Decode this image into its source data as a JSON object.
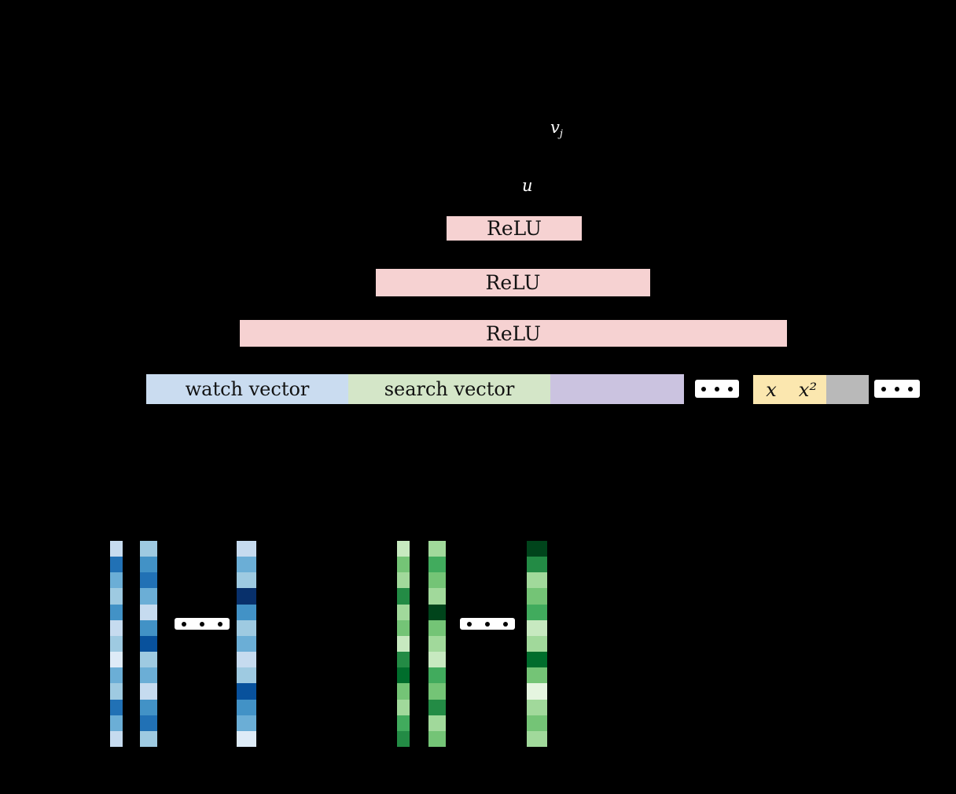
{
  "labels": {
    "v_base": "v",
    "v_sub": "j",
    "u": "u"
  },
  "relu_layers": [
    {
      "label": "ReLU",
      "color": "#f6d2d2"
    },
    {
      "label": "ReLU",
      "color": "#f6d2d2"
    },
    {
      "label": "ReLU",
      "color": "#f6d2d2"
    }
  ],
  "input_row": {
    "watch_vector": {
      "label": "watch vector",
      "color": "#cadcf0"
    },
    "search_vector": {
      "label": "search vector",
      "color": "#d4e6c8"
    },
    "dense_vector": {
      "label": "",
      "color": "#cbc3e0"
    },
    "x_feature": {
      "label": "x",
      "color": "#fbe7af"
    },
    "x2_feature": {
      "label": "x²",
      "color": "#fbe7af"
    },
    "gray_feature": {
      "label": "",
      "color": "#b9b9b9"
    }
  },
  "embeddings": {
    "watch": {
      "theme": "blue",
      "strips": [
        {
          "cells": [
            "#c6dbef",
            "#2171b5",
            "#6baed6",
            "#9ecae1",
            "#4292c6",
            "#c6dbef",
            "#9ecae1",
            "#deebf7",
            "#6baed6",
            "#9ecae1",
            "#2171b5",
            "#6baed6",
            "#c6dbef"
          ]
        },
        {
          "cells": [
            "#9ecae1",
            "#4292c6",
            "#2171b5",
            "#6baed6",
            "#c6dbef",
            "#4292c6",
            "#08519c",
            "#9ecae1",
            "#6baed6",
            "#c6dbef",
            "#4292c6",
            "#2171b5",
            "#9ecae1"
          ]
        },
        {
          "cells": [
            "#c6dbef",
            "#6baed6",
            "#9ecae1",
            "#08306b",
            "#4292c6",
            "#9ecae1",
            "#6baed6",
            "#c6dbef",
            "#9ecae1",
            "#08519c",
            "#4292c6",
            "#6baed6",
            "#deebf7"
          ]
        }
      ]
    },
    "search": {
      "theme": "green",
      "strips": [
        {
          "cells": [
            "#c7e9c0",
            "#74c476",
            "#a1d99b",
            "#238b45",
            "#a1d99b",
            "#74c476",
            "#c7e9c0",
            "#238b45",
            "#006d2c",
            "#74c476",
            "#a1d99b",
            "#41ab5d",
            "#238b45"
          ]
        },
        {
          "cells": [
            "#a1d99b",
            "#41ab5d",
            "#74c476",
            "#a1d99b",
            "#00441b",
            "#74c476",
            "#a1d99b",
            "#c7e9c0",
            "#41ab5d",
            "#74c476",
            "#238b45",
            "#a1d99b",
            "#74c476"
          ]
        },
        {
          "cells": [
            "#00441b",
            "#238b45",
            "#a1d99b",
            "#74c476",
            "#41ab5d",
            "#c7e9c0",
            "#a1d99b",
            "#006d2c",
            "#74c476",
            "#e5f5e0",
            "#a1d99b",
            "#74c476",
            "#a1d99b"
          ]
        }
      ]
    }
  }
}
